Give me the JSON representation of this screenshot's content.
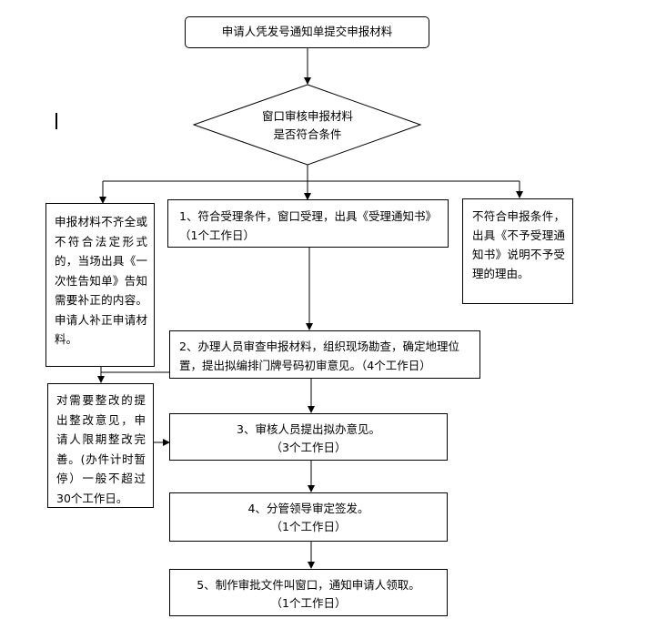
{
  "steps": {
    "submit": "申请人凭发号通知单提交申报材料",
    "review_line1": "窗口审核申报材料",
    "review_line2": "是否符合条件",
    "incomplete": "申报材料不齐全或不符合法定形式的，当场出具《一次性告知单》告知需要补正的内容。申请人补正申请材料。",
    "accept": "1、符合受理条件，窗口受理，出具《受理通知书》（1个工作日）",
    "reject": "不符合申报条件，出具《不予受理通知书》说明不予受理的理由。",
    "examine": "2、办理人员审查申报材料，组织现场勘查，确定地理位置，提出拟编排门牌号码初审意见。（4个工作日）",
    "rectify": "对需要整改的提出整改意见，申请人限期整改完善。(办件计时暂停）一般不超过30个工作日。",
    "audit_line1": "3、审核人员提出拟办意见。",
    "audit_line2": "（3个工作日）",
    "sign_line1": "4、分管领导审定签发。",
    "sign_line2": "（1个工作日）",
    "issue_line1": "5、制作审批文件叫窗口，通知申请人领取。",
    "issue_line2": "（1个工作日）"
  }
}
